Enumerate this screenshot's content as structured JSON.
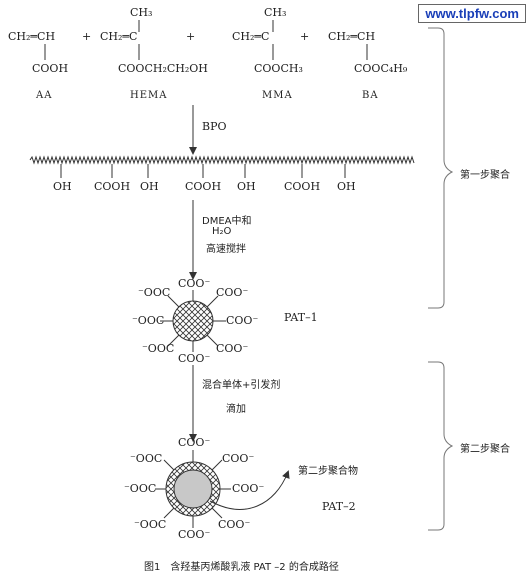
{
  "watermark": "www.tlpfw.com",
  "monomers": [
    {
      "name": "AA",
      "top": "CH₂═CH",
      "bottom": "COOH"
    },
    {
      "name": "HEMA",
      "top_sub": "CH₃",
      "top": "CH₂═C",
      "bottom": "COOCH₂CH₂OH"
    },
    {
      "name": "MMA",
      "top_sub": "CH₃",
      "top": "CH₂═C",
      "bottom": "COOCH₃"
    },
    {
      "name": "BA",
      "top": "CH₂═CH",
      "bottom": "COOC₄H₉"
    }
  ],
  "plus": "+",
  "step1_reagent": "BPO",
  "polymer_groups": [
    "OH",
    "COOH",
    "OH",
    "COOH",
    "OH",
    "COOH",
    "OH"
  ],
  "step2_reagents": [
    "DMEA中和",
    "H₂O",
    "高速搅拌"
  ],
  "coo_label": "COO⁻",
  "coo_label_left": "⁻OOC",
  "pat1": "PAT–1",
  "step3_reagents": [
    "混合单体+引发剂",
    "滴加"
  ],
  "step2_polymer": "第二步聚合物",
  "pat2": "PAT–2",
  "bracket1": "第一步聚合",
  "bracket2": "第二步聚合",
  "caption": "图1　含羟基丙烯酸乳液 PAT –2 的合成路径"
}
